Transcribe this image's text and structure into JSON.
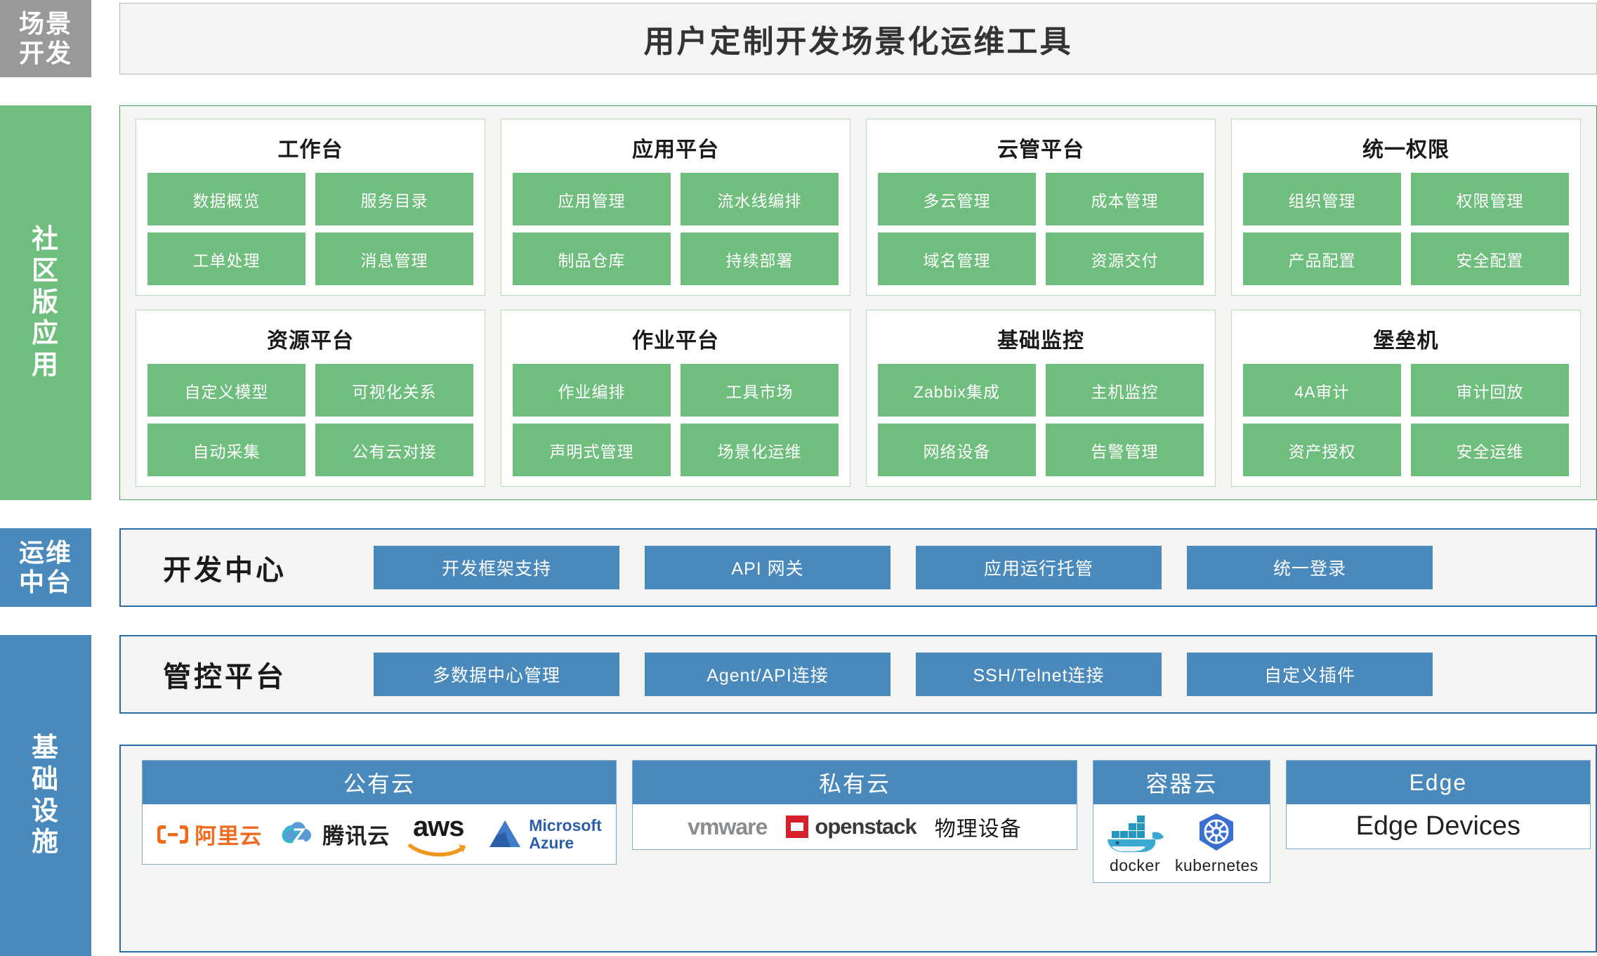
{
  "rails": {
    "scene": "场景开发",
    "community": "社区版应用",
    "midplatform": "运维中台",
    "infrastructure": "基础设施"
  },
  "header": {
    "title": "用户定制开发场景化运维工具"
  },
  "colors": {
    "gray_rail": "#999999",
    "green": "#6FBE7E",
    "blue": "#4A89BC",
    "panel_bg": "#f4f5f3",
    "green_border": "#43a35f",
    "blue_border": "#2f6c9e"
  },
  "community_apps": {
    "cards": [
      {
        "title": "工作台",
        "tiles": [
          "数据概览",
          "服务目录",
          "工单处理",
          "消息管理"
        ]
      },
      {
        "title": "应用平台",
        "tiles": [
          "应用管理",
          "流水线编排",
          "制品仓库",
          "持续部署"
        ]
      },
      {
        "title": "云管平台",
        "tiles": [
          "多云管理",
          "成本管理",
          "域名管理",
          "资源交付"
        ]
      },
      {
        "title": "统一权限",
        "tiles": [
          "组织管理",
          "权限管理",
          "产品配置",
          "安全配置"
        ]
      },
      {
        "title": "资源平台",
        "tiles": [
          "自定义模型",
          "可视化关系",
          "自动采集",
          "公有云对接"
        ]
      },
      {
        "title": "作业平台",
        "tiles": [
          "作业编排",
          "工具市场",
          "声明式管理",
          "场景化运维"
        ]
      },
      {
        "title": "基础监控",
        "tiles": [
          "Zabbix集成",
          "主机监控",
          "网络设备",
          "告警管理"
        ]
      },
      {
        "title": "堡垒机",
        "tiles": [
          "4A审计",
          "审计回放",
          "资产授权",
          "安全运维"
        ]
      }
    ]
  },
  "dev_center": {
    "label": "开发中心",
    "chips": [
      "开发框架支持",
      "API 网关",
      "应用运行托管",
      "统一登录"
    ]
  },
  "control_platform": {
    "label": "管控平台",
    "chips": [
      "多数据中心管理",
      "Agent/API连接",
      "SSH/Telnet连接",
      "自定义插件"
    ]
  },
  "infrastructure": {
    "groups": [
      {
        "title": "公有云",
        "items": [
          "阿里云",
          "腾讯云",
          "aws",
          "Microsoft Azure"
        ]
      },
      {
        "title": "私有云",
        "items": [
          "vmware",
          "openstack",
          "物理设备"
        ]
      },
      {
        "title": "容器云",
        "items": [
          "docker",
          "kubernetes"
        ]
      },
      {
        "title": "Edge",
        "items": [
          "Edge Devices"
        ]
      }
    ],
    "labels": {
      "ali": "阿里云",
      "tencent": "腾讯云",
      "aws": "aws",
      "azure_line1": "Microsoft",
      "azure_line2": "Azure",
      "vmware": "vmware",
      "openstack": "openstack",
      "physical": "物理设备",
      "docker": "docker",
      "kubernetes": "kubernetes",
      "edge_devices": "Edge Devices"
    }
  }
}
